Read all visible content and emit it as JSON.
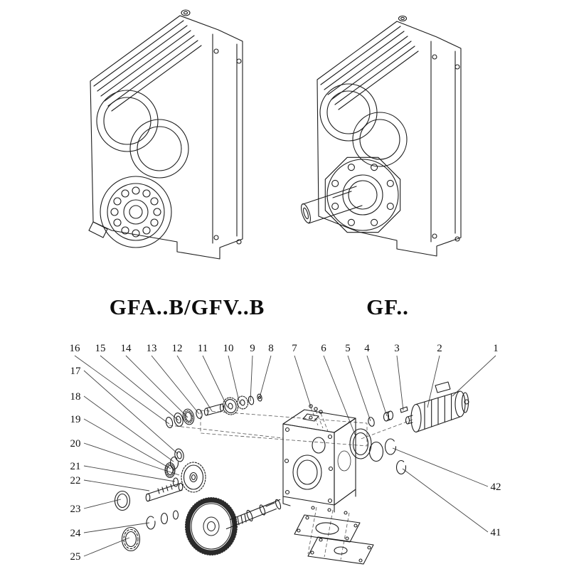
{
  "labels": {
    "left_model": "GFA..B/GFV..B",
    "right_model": "GF.."
  },
  "exploded_view": {
    "top_callouts": [
      "16",
      "15",
      "14",
      "13",
      "12",
      "11",
      "10",
      "9",
      "8",
      "7",
      "6",
      "5",
      "4",
      "3",
      "2",
      "1"
    ],
    "left_callouts": [
      "17",
      "18",
      "19",
      "20",
      "21",
      "22",
      "23",
      "24",
      "25"
    ],
    "right_callouts": [
      "42",
      "41"
    ]
  },
  "colors": {
    "ink": "#1c1c1c",
    "background": "#ffffff"
  }
}
